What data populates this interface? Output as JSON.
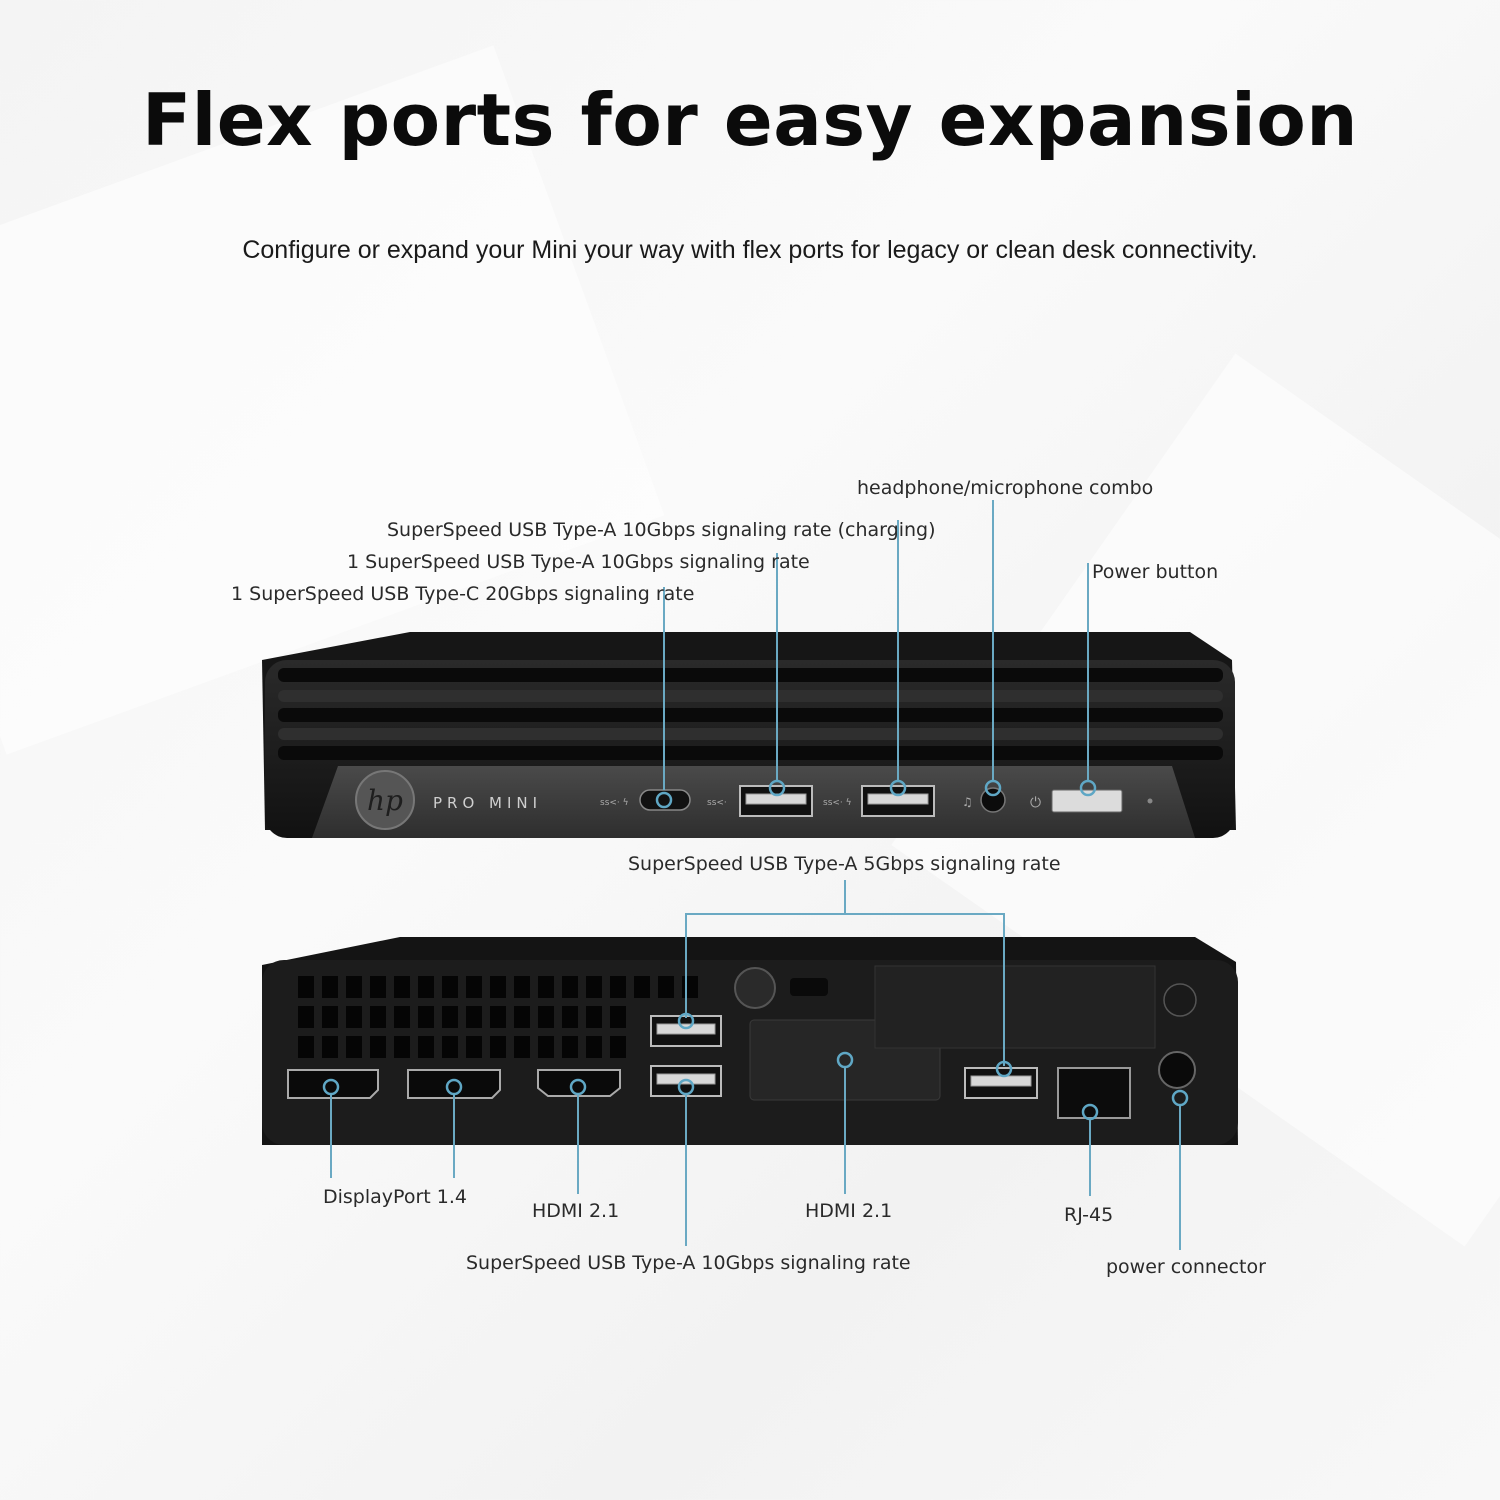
{
  "headline": "Flex ports for easy expansion",
  "subtitle": "Configure or expand your Mini your way with flex ports for legacy or clean desk connectivity.",
  "device": {
    "brand": "hp",
    "model": "PRO MINI"
  },
  "front_labels": {
    "usb_c": "1 SuperSpeed USB Type-C 20Gbps signaling rate",
    "usb_a_10": "1 SuperSpeed USB Type-A 10Gbps signaling rate",
    "usb_a_charging": "SuperSpeed USB Type-A 10Gbps signaling rate (charging)",
    "audio": "headphone/microphone combo",
    "power_button": "Power button"
  },
  "rear_labels": {
    "usb_a_5": "SuperSpeed USB Type-A 5Gbps signaling rate",
    "displayport": "DisplayPort 1.4",
    "hdmi_left": "HDMI 2.1",
    "hdmi_flex": "HDMI 2.1",
    "usb_a_10": "SuperSpeed USB Type-A 10Gbps signaling rate",
    "rj45": "RJ-45",
    "power_connector": "power connector"
  },
  "colors": {
    "callout_line": "#6aa9c3",
    "device_body": "#1c1c1c",
    "front_panel": "#3a3a3a"
  }
}
